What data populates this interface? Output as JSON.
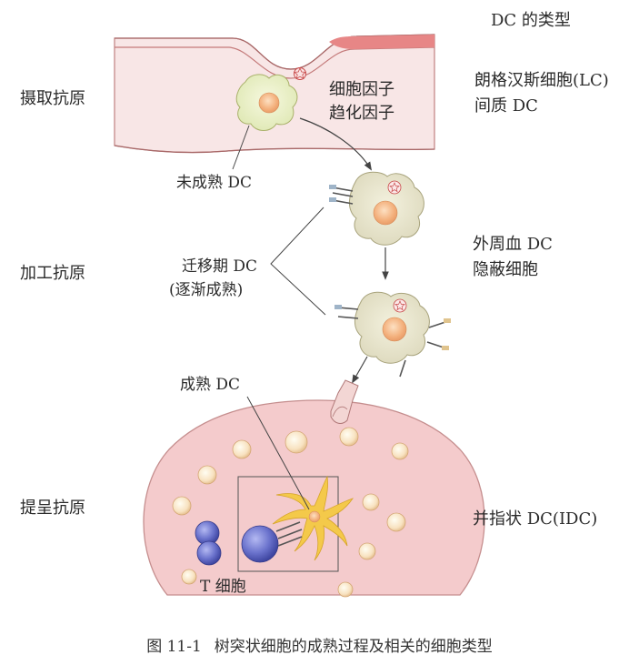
{
  "header": {
    "types_title": "DC 的类型"
  },
  "stages": {
    "capture": "摄取抗原",
    "process": "加工抗原",
    "present": "提呈抗原"
  },
  "cell_types": {
    "lc": "朗格汉斯细胞(LC)",
    "interstitial": "间质 DC",
    "peripheral_blood": "外周血 DC",
    "veiled": "隐蔽细胞",
    "idc": "并指状 DC(IDC)"
  },
  "labels": {
    "cytokine": "细胞因子",
    "chemokine": "趋化因子",
    "immature": "未成熟 DC",
    "migrating": "迁移期 DC",
    "migrating_sub": "(逐渐成熟)",
    "mature": "成熟 DC",
    "t_cell": "T 细胞"
  },
  "caption": {
    "number": "图 11-1",
    "text": "树突状细胞的成熟过程及相关的细胞类型"
  },
  "colors": {
    "tissue_fill": "#f7e4e4",
    "tissue_edge": "#e88a8a",
    "lymph_fill": "#f3c9ca",
    "dc_green": "#e8eec5",
    "dc_gray": "#e4e1c8",
    "nucleus": "#f4b98a",
    "t_cell": "#6d74cc",
    "dendrite": "#f3cc4e"
  }
}
